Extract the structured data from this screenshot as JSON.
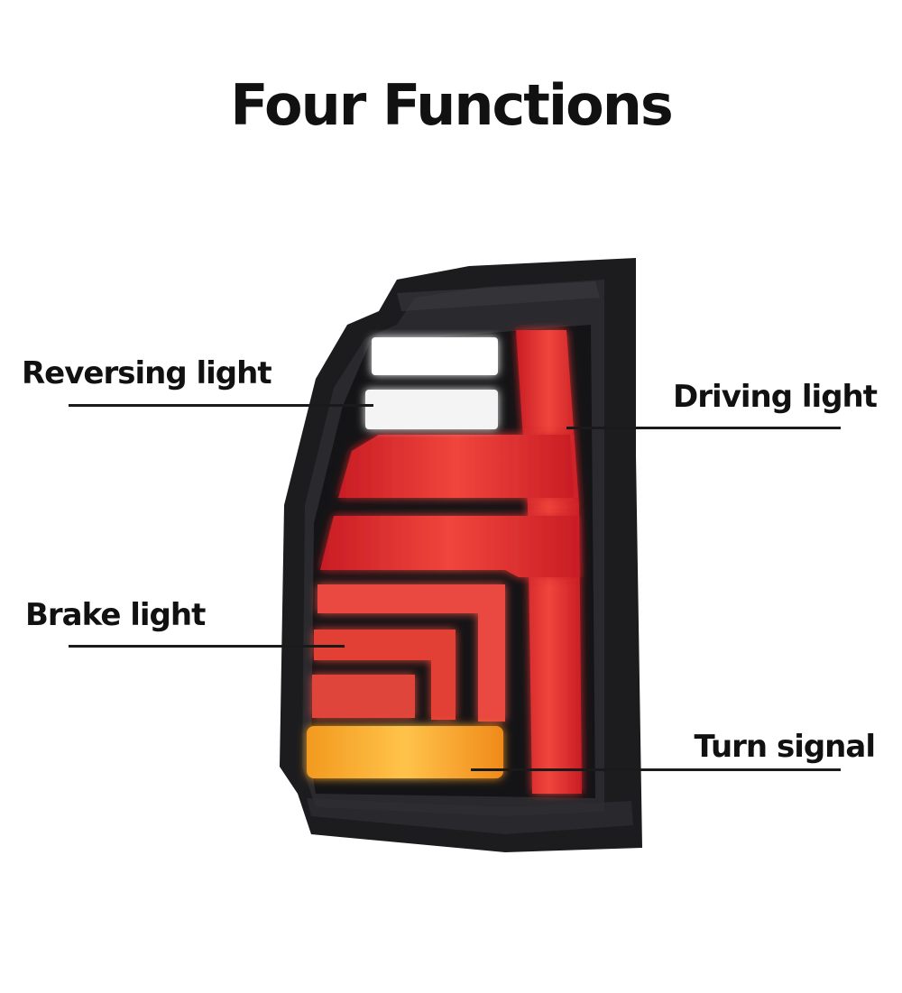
{
  "title": "Four Functions",
  "callouts": {
    "reversing": "Reversing light",
    "driving": "Driving light",
    "brake": "Brake light",
    "turn": "Turn signal"
  },
  "colors": {
    "red_glow": "#e8332c",
    "white_glow": "#ffffff",
    "amber_glow": "#f5a623",
    "housing": "#1c1c1e"
  }
}
